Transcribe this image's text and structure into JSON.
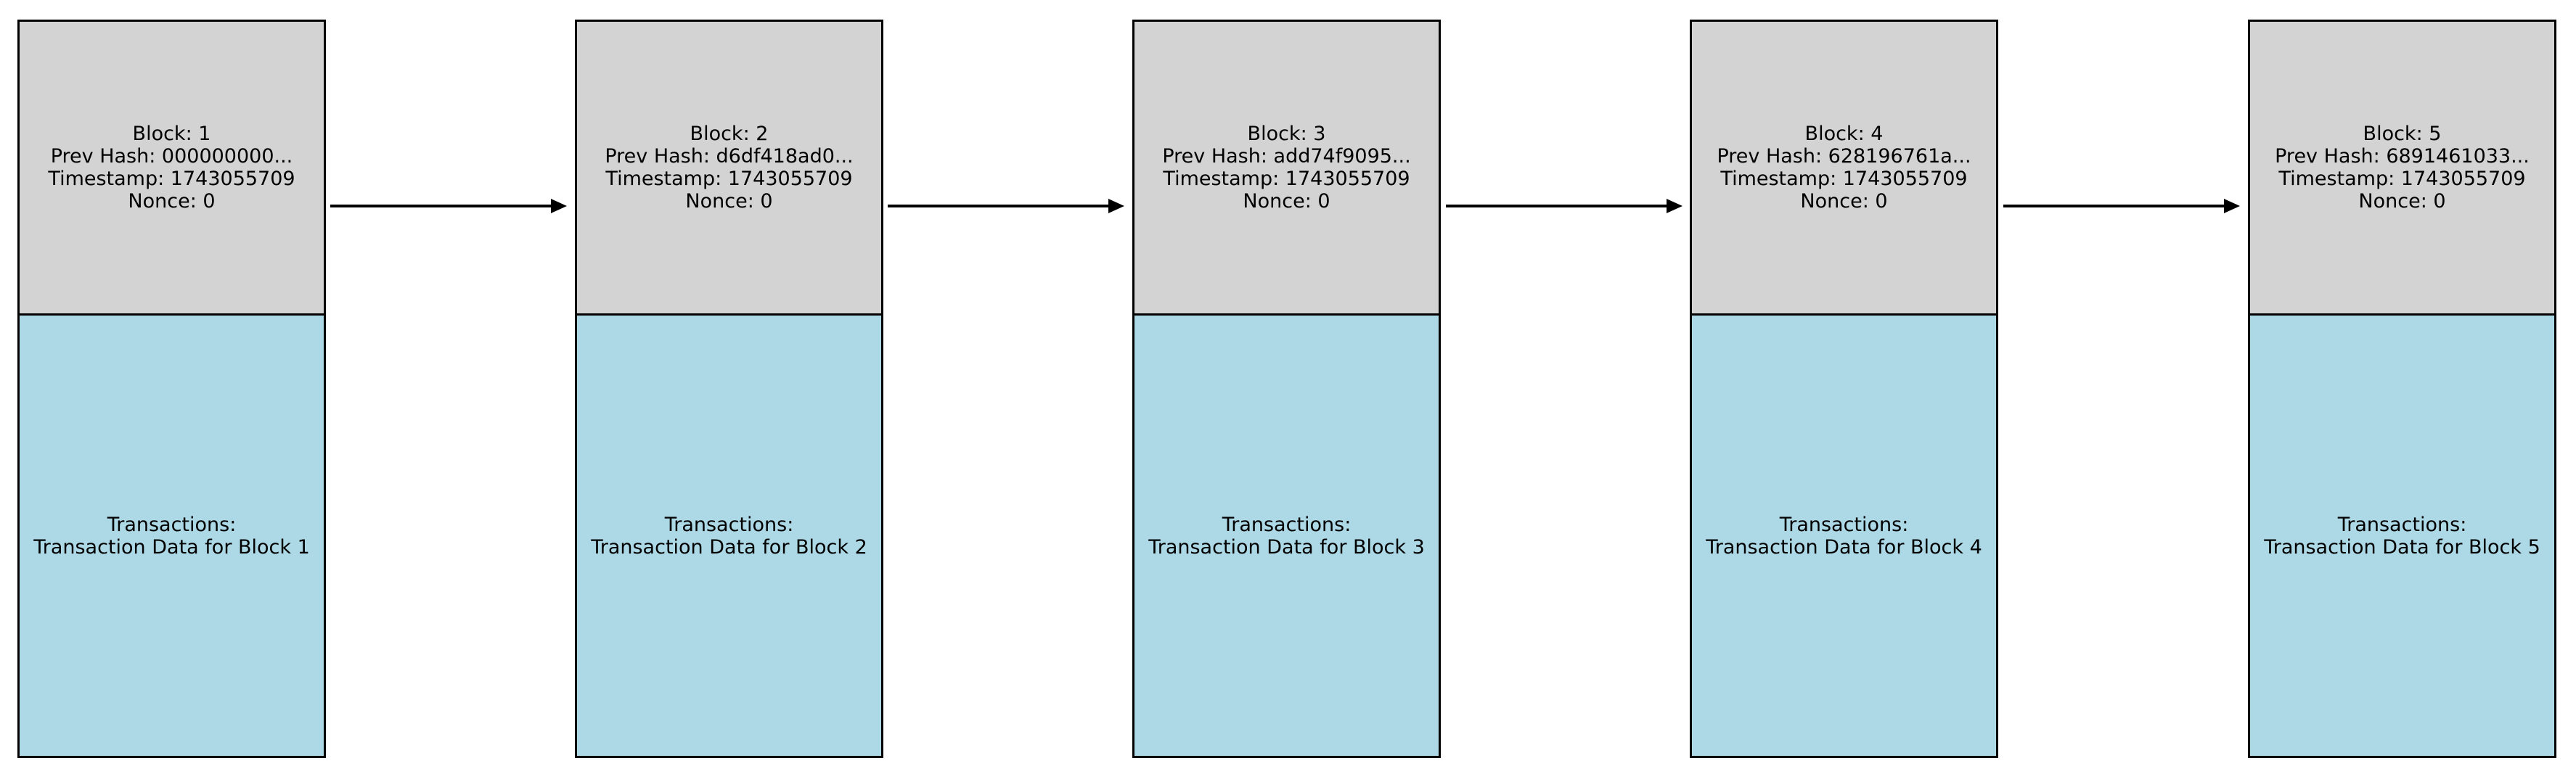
{
  "colors": {
    "header_fill": "#d3d3d3",
    "body_fill": "#add8e6",
    "border": "#000000"
  },
  "blocks": [
    {
      "block": "Block: 1",
      "prev_hash": "Prev Hash: 000000000...",
      "timestamp": "Timestamp: 1743055709",
      "nonce": "Nonce: 0",
      "tx_title": "Transactions:",
      "tx_data": "Transaction Data for Block 1"
    },
    {
      "block": "Block: 2",
      "prev_hash": "Prev Hash: d6df418ad0...",
      "timestamp": "Timestamp: 1743055709",
      "nonce": "Nonce: 0",
      "tx_title": "Transactions:",
      "tx_data": "Transaction Data for Block 2"
    },
    {
      "block": "Block: 3",
      "prev_hash": "Prev Hash: add74f9095...",
      "timestamp": "Timestamp: 1743055709",
      "nonce": "Nonce: 0",
      "tx_title": "Transactions:",
      "tx_data": "Transaction Data for Block 3"
    },
    {
      "block": "Block: 4",
      "prev_hash": "Prev Hash: 628196761a...",
      "timestamp": "Timestamp: 1743055709",
      "nonce": "Nonce: 0",
      "tx_title": "Transactions:",
      "tx_data": "Transaction Data for Block 4"
    },
    {
      "block": "Block: 5",
      "prev_hash": "Prev Hash: 6891461033...",
      "timestamp": "Timestamp: 1743055709",
      "nonce": "Nonce: 0",
      "tx_title": "Transactions:",
      "tx_data": "Transaction Data for Block 5"
    }
  ]
}
